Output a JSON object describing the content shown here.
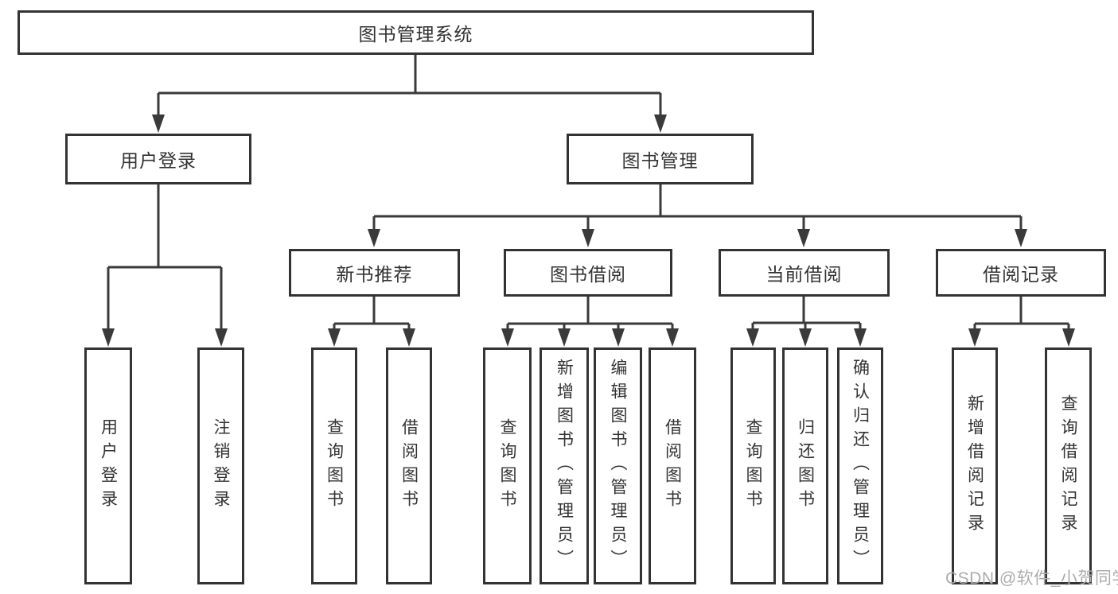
{
  "diagram_type": "functional-structure-tree",
  "colors": {
    "background": "#ffffff",
    "node_border": "#333333",
    "node_fill": "#ffffff",
    "line": "#3a3a3a",
    "text": "#333333",
    "watermark": "#acacac"
  },
  "tree": {
    "label": "图书管理系统",
    "children": [
      {
        "label": "用户登录",
        "children": [
          {
            "label": "用户登录"
          },
          {
            "label": "注销登录"
          }
        ]
      },
      {
        "label": "图书管理",
        "children": [
          {
            "label": "新书推荐",
            "children": [
              {
                "label": "查询图书"
              },
              {
                "label": "借阅图书"
              }
            ]
          },
          {
            "label": "图书借阅",
            "children": [
              {
                "label": "查询图书"
              },
              {
                "label": "新增图书（管理员）"
              },
              {
                "label": "编辑图书（管理员）"
              },
              {
                "label": "借阅图书"
              }
            ]
          },
          {
            "label": "当前借阅",
            "children": [
              {
                "label": "查询图书"
              },
              {
                "label": "归还图书"
              },
              {
                "label": "确认归还（管理员）"
              }
            ]
          },
          {
            "label": "借阅记录",
            "children": [
              {
                "label": "新增借阅记录"
              },
              {
                "label": "查询借阅记录"
              }
            ]
          }
        ]
      }
    ]
  },
  "watermark": "CSDN @软件_小贺同学"
}
